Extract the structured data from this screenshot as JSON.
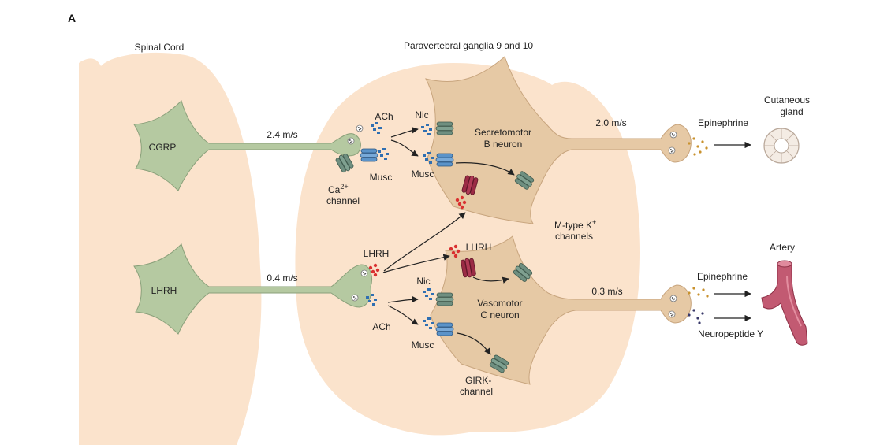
{
  "panel_label": "A",
  "regions": {
    "spinal_cord": "Spinal Cord",
    "ganglia": "Paravertebral ganglia 9 and 10"
  },
  "neurons": {
    "cgrp": "CGRP",
    "lhrh": "LHRH",
    "secretomotor": [
      "Secretomotor",
      "B neuron"
    ],
    "vasomotor": [
      "Vasomotor",
      "C neuron"
    ]
  },
  "speeds": {
    "top_preganglionic": "2.4 m/s",
    "bottom_preganglionic": "0.4 m/s",
    "top_postganglionic": "2.0 m/s",
    "bottom_postganglionic": "0.3 m/s"
  },
  "transmitters": {
    "ach_top": "ACh",
    "ach_bottom": "ACh",
    "lhrh_release": "LHRH",
    "lhrh_receptor": "LHRH",
    "epinephrine_top": "Epinephrine",
    "epinephrine_bottom": "Epinephrine",
    "neuropeptide": "Neuropeptide Y"
  },
  "receptors": {
    "nic_top": "Nic",
    "musc_top_a": "Musc",
    "musc_top_b": "Musc",
    "nic_bottom": "Nic",
    "musc_bottom": "Musc"
  },
  "channels": {
    "calcium": [
      "Ca",
      "2+",
      "channel"
    ],
    "mtype": [
      "M-type K",
      "+",
      "channels"
    ],
    "girk": [
      "GIRK-",
      "channel"
    ]
  },
  "targets": {
    "gland": [
      "Cutaneous",
      "gland"
    ],
    "artery": "Artery"
  },
  "colors": {
    "tissue": "#fbe3cc",
    "neuron_green": "#b5c9a1",
    "ganglion_neuron": "#e6c9a5",
    "channel_green": "#6f8f80",
    "channel_blue": "#5b93c9",
    "channel_red": "#9b2b45",
    "lhrh_dot": "#d93030",
    "ach_dot": "#2f6fb2",
    "epi_dot": "#c9922e",
    "npy_dot": "#3a3a6a",
    "artery": "#c25a72"
  }
}
